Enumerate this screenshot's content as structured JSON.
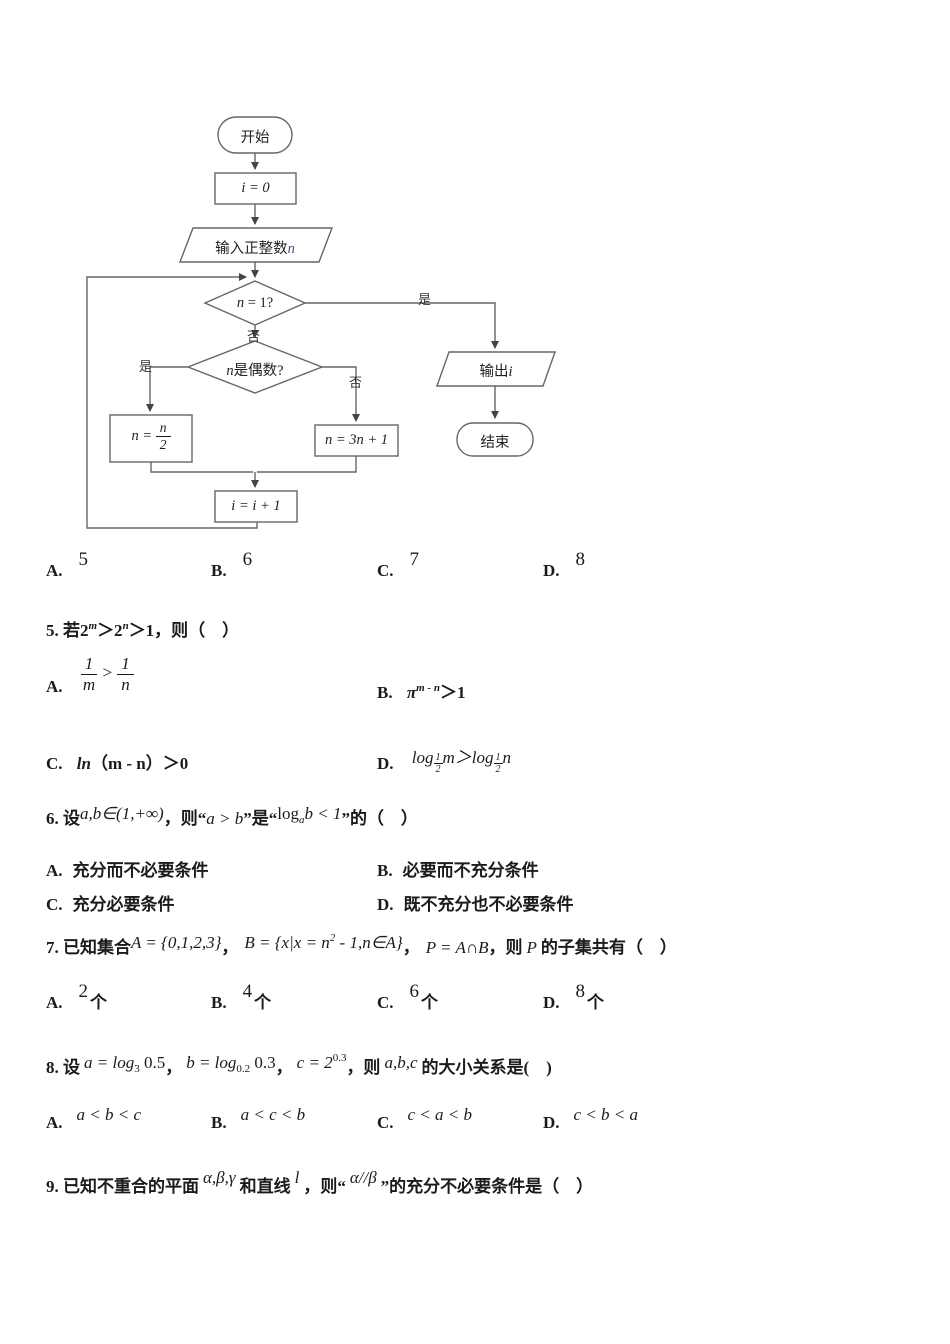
{
  "flowchart": {
    "start": "开始",
    "init": "i = 0",
    "input": "输入正整数",
    "input_var": "n",
    "cond1_var": "n",
    "cond1_rest": " = 1?",
    "cond2_var": "n",
    "cond2_rest": "是偶数?",
    "half_lhs": "n =",
    "half_num": "n",
    "half_den": "2",
    "triple": "n = 3n + 1",
    "inc": "i = i + 1",
    "output": "输出",
    "output_var": "i",
    "end": "结束",
    "label_yes_right": "是",
    "label_no_down": "否",
    "label_yes_left": "是",
    "label_no_right": "否"
  },
  "q4": {
    "options": [
      {
        "label": "A.",
        "value": "5"
      },
      {
        "label": "B.",
        "value": "6"
      },
      {
        "label": "C.",
        "value": "7"
      },
      {
        "label": "D.",
        "value": "8"
      }
    ]
  },
  "q5": {
    "head_pre": "5. 若2",
    "head_sup1": "m",
    "head_mid": "＞2",
    "head_sup2": "n",
    "head_post": "＞1，则（　）",
    "a_label": "A.",
    "a_num1": "1",
    "a_den1": "m",
    "a_rel": ">",
    "a_num2": "1",
    "a_den2": "n",
    "b_label": "B.",
    "b_base": "π",
    "b_sup": "m - n",
    "b_post": "＞1",
    "c_label": "C.",
    "c_fn": "ln",
    "c_text": "（m - n）＞0",
    "d_label": "D.",
    "d_log1": "log",
    "d_sub1_num": "1",
    "d_sub1_den": "2",
    "d_arg1": "m",
    "d_rel": "＞",
    "d_log2": "log",
    "d_sub2_num": "1",
    "d_sub2_den": "2",
    "d_arg2": "n"
  },
  "q6": {
    "head_pre": "6. 设",
    "math1": "a,b∈(1,+∞)",
    "mid1": "，则“",
    "math2": "a > b",
    "mid2": "”是“",
    "log": "log",
    "log_sub": "a",
    "log_arg": "b < 1",
    "head_post": "”的（　）",
    "options": [
      {
        "label": "A.",
        "text": "充分而不必要条件"
      },
      {
        "label": "B.",
        "text": "必要而不充分条件"
      },
      {
        "label": "C.",
        "text": "充分必要条件"
      },
      {
        "label": "D.",
        "text": "既不充分也不必要条件"
      }
    ]
  },
  "q7": {
    "head_pre": "7. 已知集合",
    "setA": "A = {0,1,2,3}",
    "comma1": "，",
    "setB_pre": "B = {x|x = n",
    "setB_sup": "2",
    "setB_post": " - 1,n∈A}",
    "comma2": "，",
    "setP": "P = A∩B",
    "mid": "，则",
    "p_var": "P",
    "head_post": "的子集共有（　）",
    "options": [
      {
        "label": "A.",
        "value": "2",
        "unit": "个"
      },
      {
        "label": "B.",
        "value": "4",
        "unit": "个"
      },
      {
        "label": "C.",
        "value": "6",
        "unit": "个"
      },
      {
        "label": "D.",
        "value": "8",
        "unit": "个"
      }
    ]
  },
  "q8": {
    "head_pre": "8. 设",
    "m1_base": "a = log",
    "m1_sub": "3",
    "m1_arg": "0.5",
    "comma1": "，",
    "m2_base": "b = log",
    "m2_sub": "0.2",
    "m2_arg": "0.3",
    "comma2": "，",
    "m3_base": "c = 2",
    "m3_sup": "0.3",
    "mid": "，则",
    "abc": "a,b,c",
    "head_post": "的大小关系是(　)",
    "options": [
      {
        "label": "A.",
        "value": "a < b < c"
      },
      {
        "label": "B.",
        "value": "a < c < b"
      },
      {
        "label": "C.",
        "value": "c < a < b"
      },
      {
        "label": "D.",
        "value": "c < b < a"
      }
    ]
  },
  "q9": {
    "head_pre": "9. 已知不重合的平面",
    "math1": "α,β,γ",
    "mid1": "和直线",
    "math2": "l",
    "mid2": "，则“",
    "math3": "α//β",
    "head_post": "”的充分不必要条件是（　）"
  },
  "colors": {
    "stroke": "#666666",
    "text": "#1b1b1b"
  }
}
